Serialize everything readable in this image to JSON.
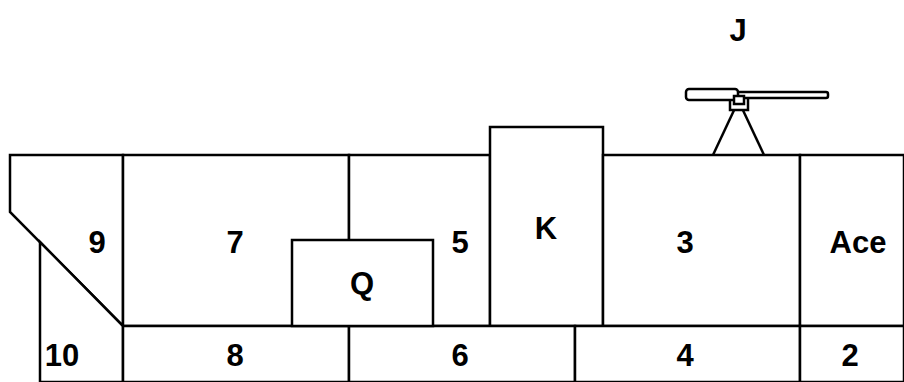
{
  "diagram": {
    "nodes": [
      {
        "text": [
          "9"
        ]
      },
      {
        "text": [
          "7"
        ]
      },
      {
        "text": [
          "Q"
        ]
      },
      {
        "text": [
          "5"
        ]
      },
      {
        "text": [
          "K"
        ]
      },
      {
        "text": [
          "3"
        ]
      },
      {
        "text": [
          "Ace"
        ]
      },
      {
        "text": [
          "10"
        ]
      },
      {
        "text": [
          "8"
        ]
      },
      {
        "text": [
          "6"
        ]
      },
      {
        "text": [
          "4"
        ]
      },
      {
        "text": [
          "2"
        ]
      }
    ],
    "labels": [
      "J"
    ]
  }
}
